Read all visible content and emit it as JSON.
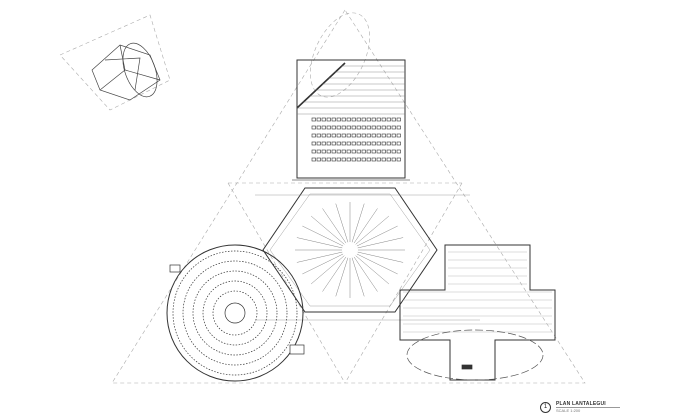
{
  "drawing": {
    "title_number": "1",
    "title": "PLAN LANTALEGUI",
    "scale_note": "SCALE 1:200",
    "line_color": "#333333",
    "dash_color": "#999999"
  }
}
